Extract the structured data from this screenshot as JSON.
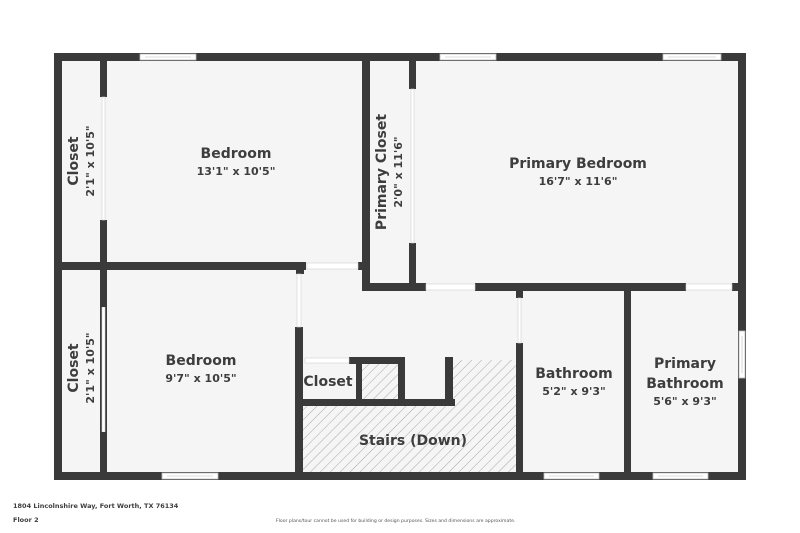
{
  "floorplan": {
    "address": "1804 Lincolnshire Way, Fort Worth, TX 76134",
    "floor": "Floor 2",
    "disclaimer": "Floor plans/tour cannot be used for building or design purposes. Sizes and dimensions are approximate.",
    "colors": {
      "wall": "#3a3a3a",
      "floor": "#f5f5f5",
      "text": "#3d3d3d",
      "hatch": "#9e9e9e"
    },
    "rooms": [
      {
        "id": "closet-1",
        "name": "Closet",
        "dims": "2'1\" x 10'5\"",
        "orientation": "vertical"
      },
      {
        "id": "bedroom-1",
        "name": "Bedroom",
        "dims": "13'1\" x 10'5\""
      },
      {
        "id": "primary-closet",
        "name": "Primary Closet",
        "dims": "2'0\" x 11'6\"",
        "orientation": "vertical"
      },
      {
        "id": "primary-bedroom",
        "name": "Primary Bedroom",
        "dims": "16'7\" x 11'6\""
      },
      {
        "id": "closet-2",
        "name": "Closet",
        "dims": "2'1\" x 10'5\"",
        "orientation": "vertical"
      },
      {
        "id": "bedroom-2",
        "name": "Bedroom",
        "dims": "9'7\" x 10'5\""
      },
      {
        "id": "closet-3",
        "name": "Closet"
      },
      {
        "id": "stairs",
        "name": "Stairs (Down)"
      },
      {
        "id": "bathroom",
        "name": "Bathroom",
        "dims": "5'2\" x 9'3\""
      },
      {
        "id": "primary-bathroom",
        "name_line1": "Primary",
        "name_line2": "Bathroom",
        "dims": "5'6\" x 9'3\""
      }
    ]
  }
}
